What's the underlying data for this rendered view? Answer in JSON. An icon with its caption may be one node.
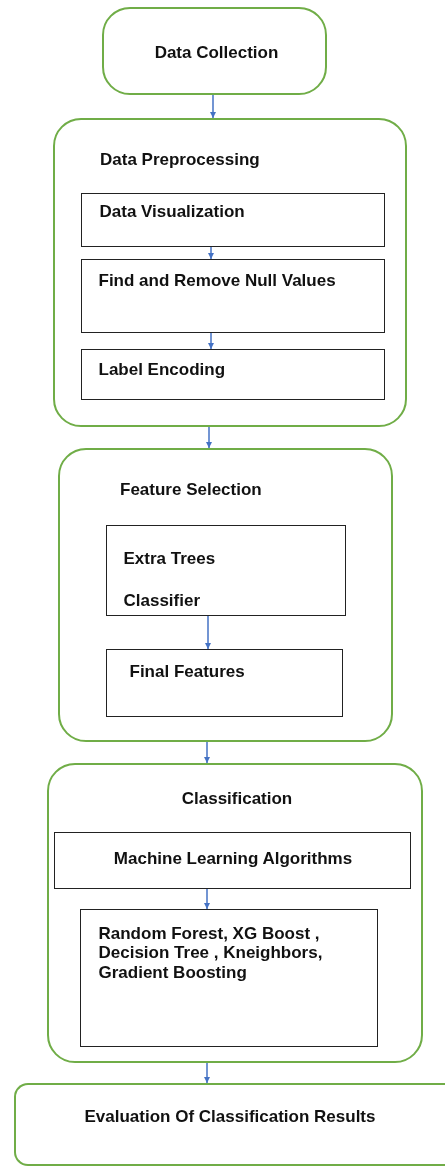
{
  "diagram": {
    "nodes": [
      {
        "text": [
          "Data Collection"
        ]
      },
      {
        "text": [
          "Data Preprocessing"
        ]
      },
      {
        "text": [
          "Data Visualization"
        ],
        "in": 1
      },
      {
        "text": [
          "Find and Remove Null Values"
        ],
        "in": 1
      },
      {
        "text": [
          "Label Encoding"
        ],
        "in": 1
      },
      {
        "text": [
          "Feature Selection"
        ]
      },
      {
        "text": [
          "Extra Trees Classifier"
        ],
        "in": 5
      },
      {
        "text": [
          "Final Features"
        ],
        "in": 5
      },
      {
        "text": [
          "Classification"
        ]
      },
      {
        "text": [
          "Machine Learning Algorithms"
        ],
        "in": 8
      },
      {
        "text": [
          "Random Forest, XG Boost , Decision Tree , Kneighbors, Gradient Boosting"
        ],
        "in": 8
      },
      {
        "text": [
          "Evaluation Of Classification Results"
        ]
      }
    ],
    "edges": [
      {
        "from": 0,
        "to": 1,
        "arrow": "to"
      },
      {
        "from": 2,
        "to": 3,
        "arrow": "to"
      },
      {
        "from": 3,
        "to": 4,
        "arrow": "to"
      },
      {
        "from": 1,
        "to": 5,
        "arrow": "to"
      },
      {
        "from": 6,
        "to": 7,
        "arrow": "to"
      },
      {
        "from": 5,
        "to": 8,
        "arrow": "to"
      },
      {
        "from": 9,
        "to": 10,
        "arrow": "to"
      },
      {
        "from": 8,
        "to": 11,
        "arrow": "to"
      }
    ]
  }
}
